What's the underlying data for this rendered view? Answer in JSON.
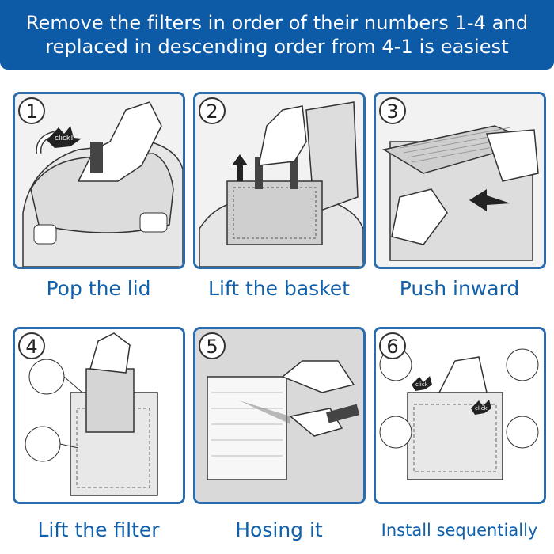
{
  "banner": {
    "line1": "Remove the filters in order of their numbers 1-4 and",
    "line2": "replaced in descending order from 4-1 is easiest"
  },
  "steps": [
    {
      "number": "1",
      "caption": "Pop the lid",
      "badge": "click!"
    },
    {
      "number": "2",
      "caption": "Lift the basket"
    },
    {
      "number": "3",
      "caption": "Push inward"
    },
    {
      "number": "4",
      "caption": "Lift the filter"
    },
    {
      "number": "5",
      "caption": "Hosing it"
    },
    {
      "number": "6",
      "caption": "Install sequentially",
      "badges": [
        "click",
        "click"
      ]
    }
  ],
  "colors": {
    "accent": "#0d5aa7",
    "panel_border": "#2a6cb0",
    "caption": "#1060ac"
  }
}
